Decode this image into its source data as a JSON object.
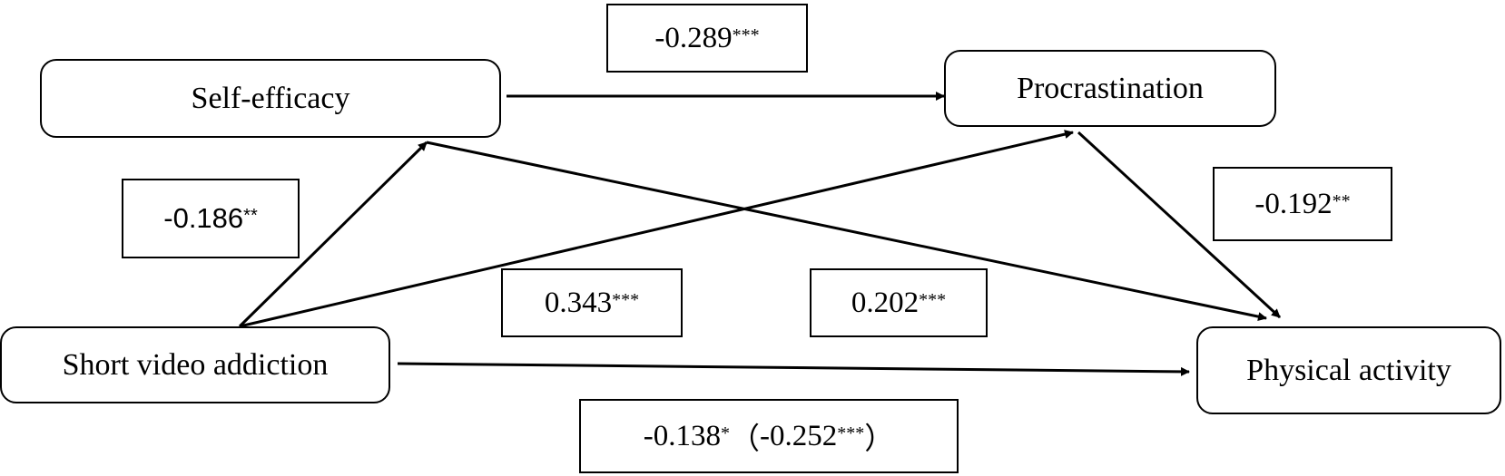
{
  "nodes": {
    "self_efficacy": "Self-efficacy",
    "procrastination": "Procrastination",
    "short_video_addiction": "Short video addiction",
    "physical_activity": "Physical activity"
  },
  "paths": {
    "se_to_proc": {
      "value": "-0.289",
      "sig": "***"
    },
    "sva_to_se": {
      "value": "-0.186",
      "sig": "**"
    },
    "proc_to_pa": {
      "value": "-0.192",
      "sig": "**"
    },
    "sva_to_proc": {
      "value": "0.343",
      "sig": "***"
    },
    "se_to_pa": {
      "value": "0.202",
      "sig": "***"
    },
    "sva_to_pa": {
      "value": "-0.138",
      "sig": "*",
      "paren_open": "（",
      "total_value": "-0.252",
      "total_sig": "***",
      "paren_close": "）"
    }
  }
}
